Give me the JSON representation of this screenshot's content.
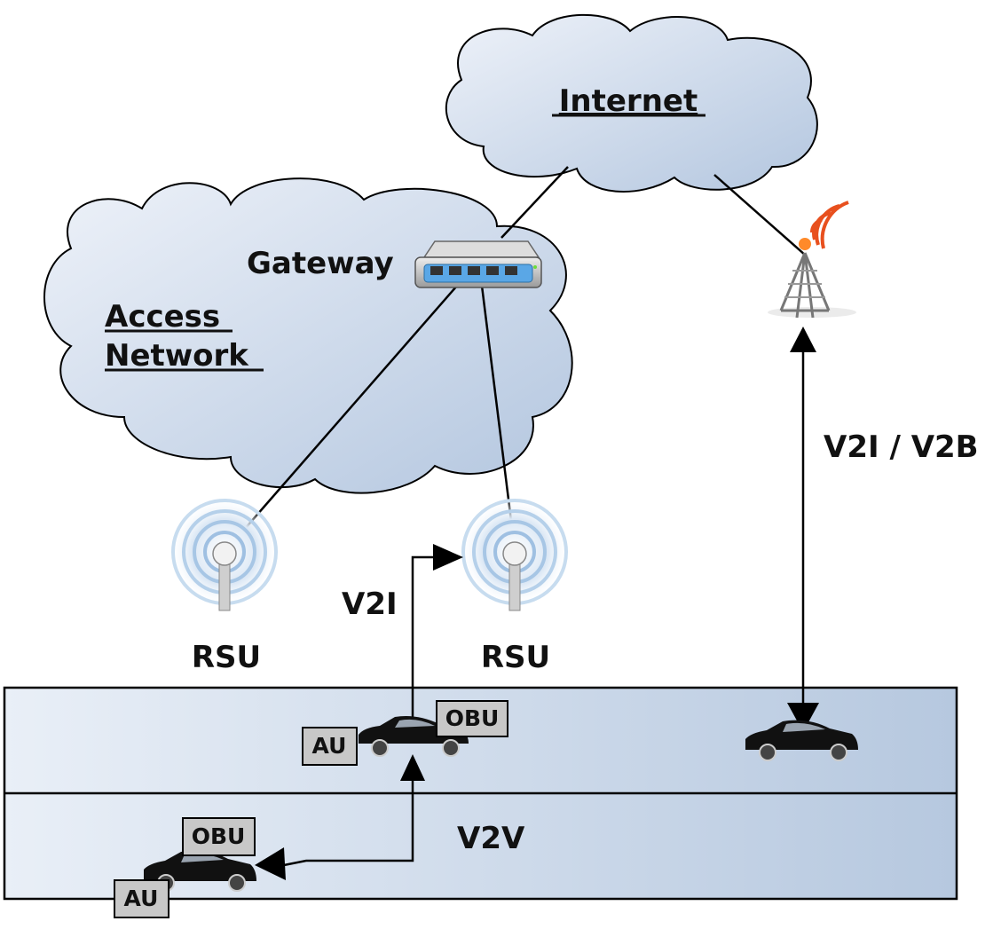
{
  "labels": {
    "internet": "Internet",
    "access_network_line1": "Access",
    "access_network_line2": "Network",
    "gateway": "Gateway",
    "rsu_left": "RSU",
    "rsu_right": "RSU",
    "v2i": "V2I",
    "v2i_v2b": "V2I / V2B",
    "v2v": "V2V"
  },
  "vehicles": {
    "center": {
      "obu": "OBU",
      "au": "AU"
    },
    "bottom": {
      "obu": "OBU",
      "au": "AU"
    }
  },
  "colors": {
    "cloud_light": "#e6ecf5",
    "cloud_dark": "#b3c6df",
    "road_light": "#e8eef6",
    "road_dark": "#b7c9e0",
    "box_fill": "#c8c8c8",
    "line": "#000000",
    "signal": "#e8501e"
  }
}
